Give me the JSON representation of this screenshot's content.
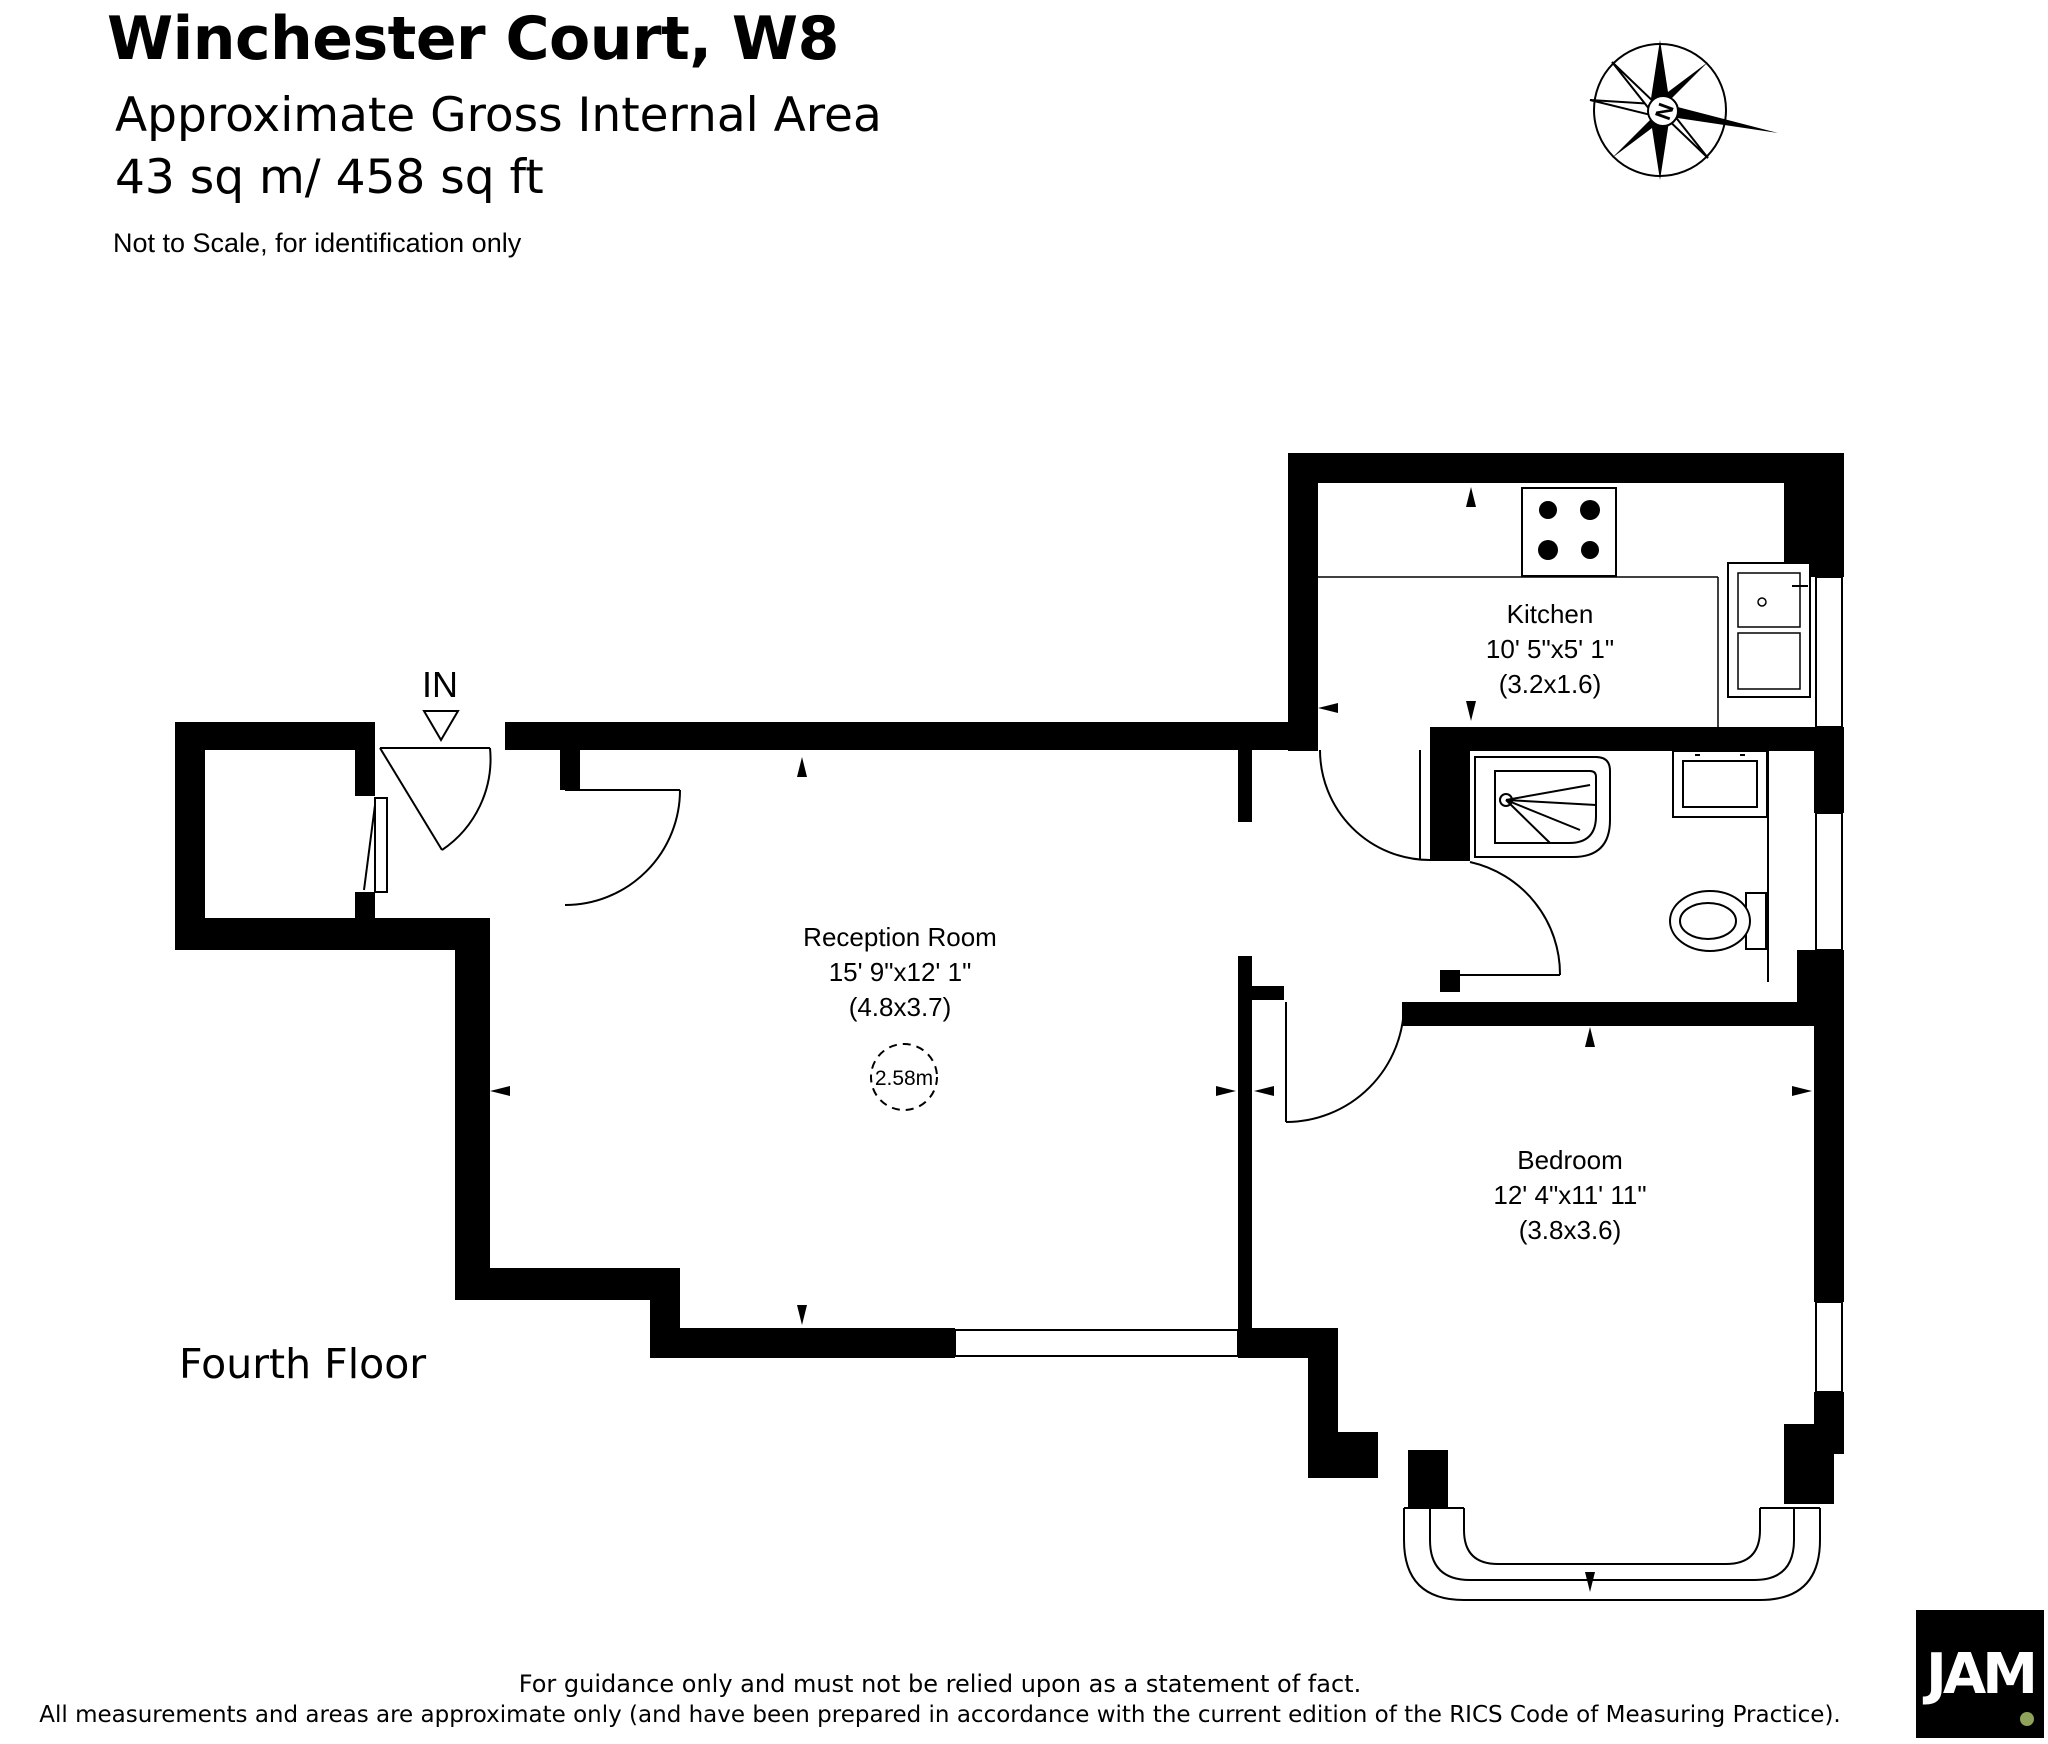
{
  "header": {
    "title": "Winchester Court, W8",
    "area_label": "Approximate Gross Internal Area",
    "area_value": "43 sq m/ 458 sq ft",
    "scale_note": "Not to Scale, for identification only"
  },
  "compass": {
    "label": "N"
  },
  "entrance_label": "IN",
  "floor_label": "Fourth Floor",
  "rooms": {
    "reception": {
      "name": "Reception Room",
      "imperial": "15' 9\"x12' 1\"",
      "metric": "(4.8x3.7)"
    },
    "kitchen": {
      "name": "Kitchen",
      "imperial": "10' 5\"x5' 1\"",
      "metric": "(3.2x1.6)"
    },
    "bedroom": {
      "name": "Bedroom",
      "imperial": "12' 4\"x11' 11\"",
      "metric": "(3.8x3.6)"
    }
  },
  "ceiling_height": "2.58m",
  "footer": {
    "line1": "For guidance only and must not be relied upon as a statement of fact.",
    "line2": "All measurements and areas are approximate only (and have been prepared in accordance with the current edition of the RICS Code of Measuring Practice)."
  },
  "logo": {
    "text": "JAM"
  }
}
